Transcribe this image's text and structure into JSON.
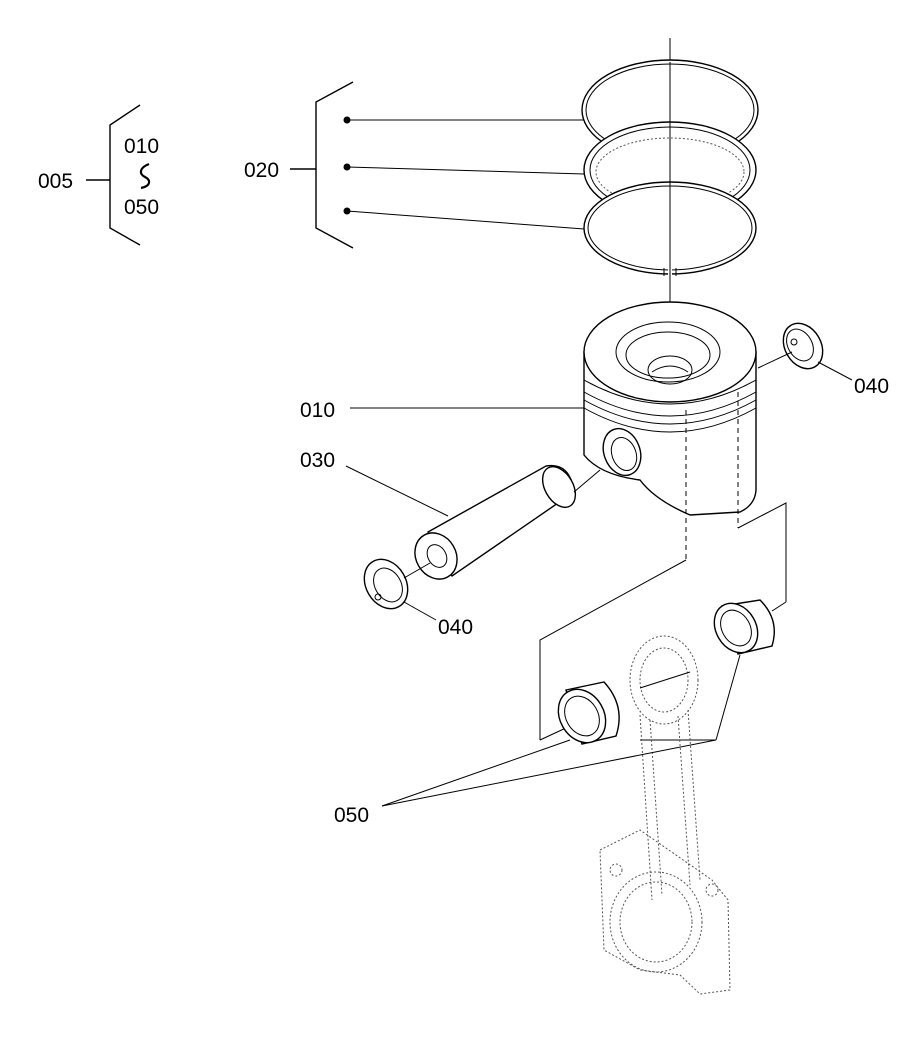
{
  "labels": {
    "assembly": "005",
    "range_start": "010",
    "range_tilde": "~",
    "range_end": "050",
    "rings": "020",
    "piston": "010",
    "pin": "030",
    "clip_right": "040",
    "clip_left": "040",
    "bushings": "050"
  },
  "icons": {
    "piston-rings": "ring",
    "piston": "piston",
    "piston-pin": "pin",
    "circlip": "clip",
    "bushing": "bushing",
    "connecting-rod": "rod"
  }
}
